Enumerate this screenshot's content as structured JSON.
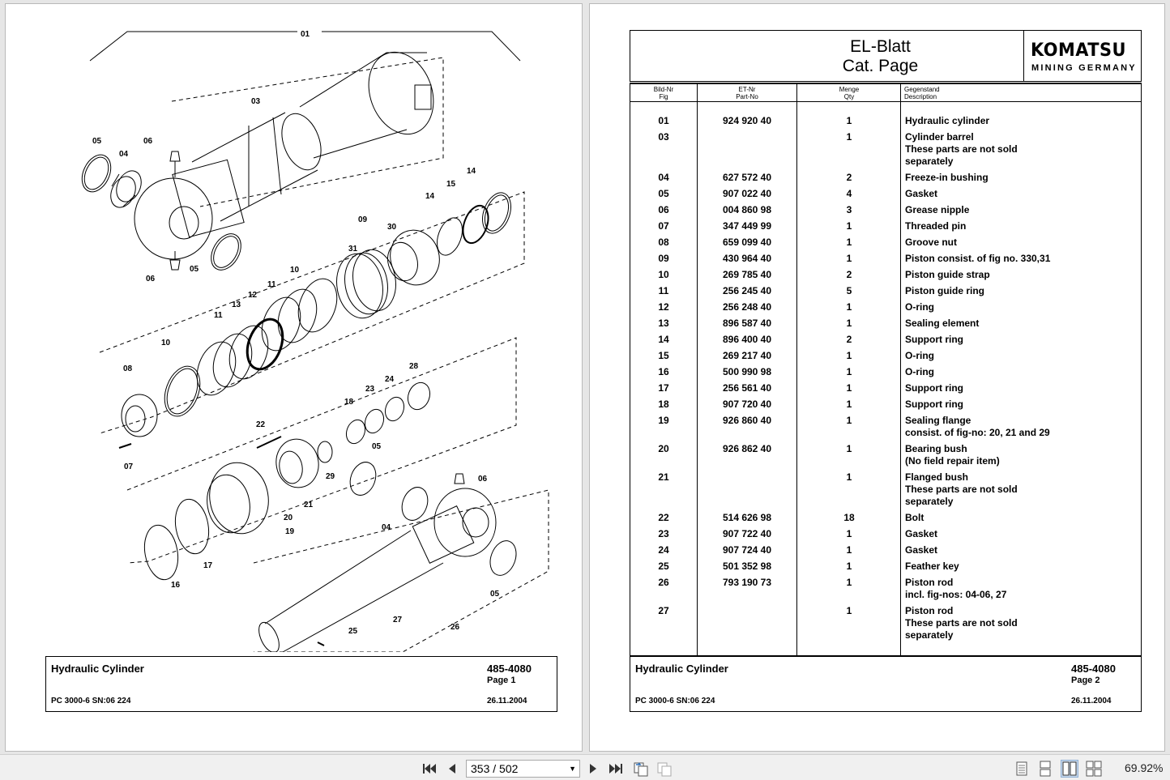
{
  "drawing_labels": [
    "01",
    "03",
    "05",
    "04",
    "06",
    "06",
    "05",
    "09",
    "30",
    "31",
    "14",
    "15",
    "14",
    "10",
    "11",
    "12",
    "13",
    "11",
    "10",
    "08",
    "07",
    "22",
    "18",
    "23",
    "24",
    "28",
    "05",
    "29",
    "21",
    "20",
    "19",
    "17",
    "16",
    "06",
    "04",
    "05",
    "27",
    "26",
    "25"
  ],
  "left_page": {
    "title": "Hydraulic Cylinder",
    "model": "PC 3000-6 SN:06 224",
    "number": "485-4080",
    "page": "Page 1",
    "date": "26.11.2004"
  },
  "right_page": {
    "title_line1": "EL-Blatt",
    "title_line2": "Cat. Page",
    "logo_word": "KOMATSU",
    "logo_sub": "MINING GERMANY",
    "headers": {
      "fig_de": "Bild-Nr",
      "fig_en": "Fig",
      "part_de": "ET-Nr",
      "part_en": "Part-No",
      "qty_de": "Menge",
      "qty_en": "Qty",
      "desc_de": "Gegenstand",
      "desc_en": "Description"
    },
    "rows": [
      {
        "fig": "01",
        "part": "924 920 40",
        "qty": "1",
        "desc": [
          "Hydraulic cylinder"
        ]
      },
      {
        "fig": "03",
        "part": "",
        "qty": "1",
        "desc": [
          "Cylinder barrel",
          "These parts are not sold",
          "separately"
        ]
      },
      {
        "fig": "04",
        "part": "627 572 40",
        "qty": "2",
        "desc": [
          "Freeze-in bushing"
        ]
      },
      {
        "fig": "05",
        "part": "907 022 40",
        "qty": "4",
        "desc": [
          "Gasket"
        ]
      },
      {
        "fig": "06",
        "part": "004 860 98",
        "qty": "3",
        "desc": [
          "Grease nipple"
        ]
      },
      {
        "fig": "07",
        "part": "347 449 99",
        "qty": "1",
        "desc": [
          "Threaded pin"
        ]
      },
      {
        "fig": "08",
        "part": "659 099 40",
        "qty": "1",
        "desc": [
          "Groove nut"
        ]
      },
      {
        "fig": "09",
        "part": "430 964 40",
        "qty": "1",
        "desc": [
          "Piston consist. of fig no. 330,31"
        ]
      },
      {
        "fig": "10",
        "part": "269 785 40",
        "qty": "2",
        "desc": [
          "Piston guide strap"
        ]
      },
      {
        "fig": "11",
        "part": "256 245 40",
        "qty": "5",
        "desc": [
          "Piston guide ring"
        ]
      },
      {
        "fig": "12",
        "part": "256 248 40",
        "qty": "1",
        "desc": [
          "O-ring"
        ]
      },
      {
        "fig": "13",
        "part": "896 587 40",
        "qty": "1",
        "desc": [
          "Sealing element"
        ]
      },
      {
        "fig": "14",
        "part": "896 400 40",
        "qty": "2",
        "desc": [
          "Support ring"
        ]
      },
      {
        "fig": "15",
        "part": "269 217 40",
        "qty": "1",
        "desc": [
          "O-ring"
        ]
      },
      {
        "fig": "16",
        "part": "500 990 98",
        "qty": "1",
        "desc": [
          "O-ring"
        ]
      },
      {
        "fig": "17",
        "part": "256 561 40",
        "qty": "1",
        "desc": [
          "Support ring"
        ]
      },
      {
        "fig": "18",
        "part": "907 720 40",
        "qty": "1",
        "desc": [
          "Support ring"
        ]
      },
      {
        "fig": "19",
        "part": "926 860 40",
        "qty": "1",
        "desc": [
          "Sealing flange",
          "consist. of fig-no: 20, 21 and 29"
        ]
      },
      {
        "fig": "20",
        "part": "926 862 40",
        "qty": "1",
        "desc": [
          "Bearing bush",
          "(No field repair item)"
        ]
      },
      {
        "fig": "21",
        "part": "",
        "qty": "1",
        "desc": [
          "Flanged bush",
          "These parts are not sold",
          "separately"
        ]
      },
      {
        "fig": "22",
        "part": "514 626 98",
        "qty": "18",
        "desc": [
          "Bolt"
        ]
      },
      {
        "fig": "23",
        "part": "907 722 40",
        "qty": "1",
        "desc": [
          "Gasket"
        ]
      },
      {
        "fig": "24",
        "part": "907 724 40",
        "qty": "1",
        "desc": [
          "Gasket"
        ]
      },
      {
        "fig": "25",
        "part": "501 352 98",
        "qty": "1",
        "desc": [
          "Feather key"
        ]
      },
      {
        "fig": "26",
        "part": "793 190 73",
        "qty": "1",
        "desc": [
          "Piston rod",
          "incl. fig-nos: 04-06, 27"
        ]
      },
      {
        "fig": "27",
        "part": "",
        "qty": "1",
        "desc": [
          "Piston rod",
          "These parts are not sold",
          "separately"
        ]
      }
    ],
    "title": "Hydraulic Cylinder",
    "model": "PC 3000-6 SN:06 224",
    "number": "485-4080",
    "page": "Page 2",
    "date": "26.11.2004"
  },
  "toolbar": {
    "page_value": "353 / 502",
    "zoom": "69.92%",
    "icons": [
      "first-page-icon",
      "prev-page-icon",
      "next-page-icon",
      "last-page-icon",
      "prev-view-icon",
      "next-view-icon",
      "single-page-icon",
      "continuous-icon",
      "facing-icon",
      "continuous-facing-icon"
    ]
  }
}
